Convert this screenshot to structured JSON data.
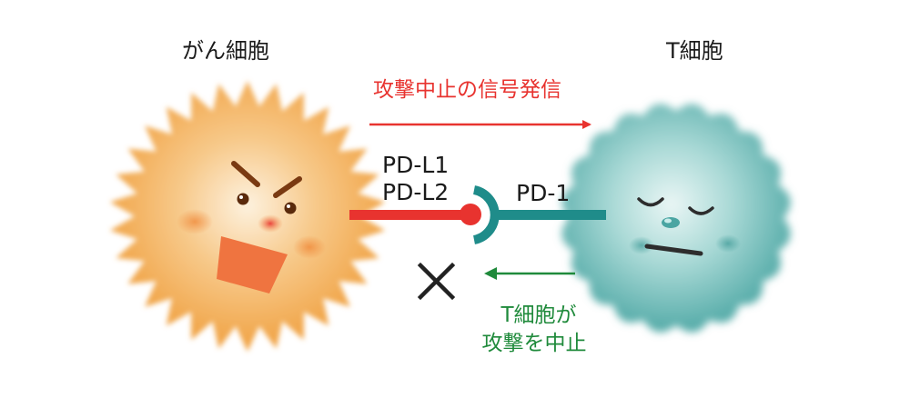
{
  "cancer_cell": {
    "label": "がん細胞"
  },
  "t_cell": {
    "label": "T細胞"
  },
  "signal": {
    "text": "攻撃中止の信号発信"
  },
  "ligands": {
    "line1": "PD-L1",
    "line2": "PD-L2"
  },
  "receptor": {
    "label": "PD-1"
  },
  "stop": {
    "line1": "T細胞が",
    "line2": "攻撃を中止"
  },
  "colors": {
    "cancer": "#f2a645",
    "tcell": "#5cb3b0",
    "signal_red": "#e8332f",
    "receptor_teal": "#1f8c8a",
    "stop_green": "#1f8a3b",
    "cross": "#222222"
  }
}
